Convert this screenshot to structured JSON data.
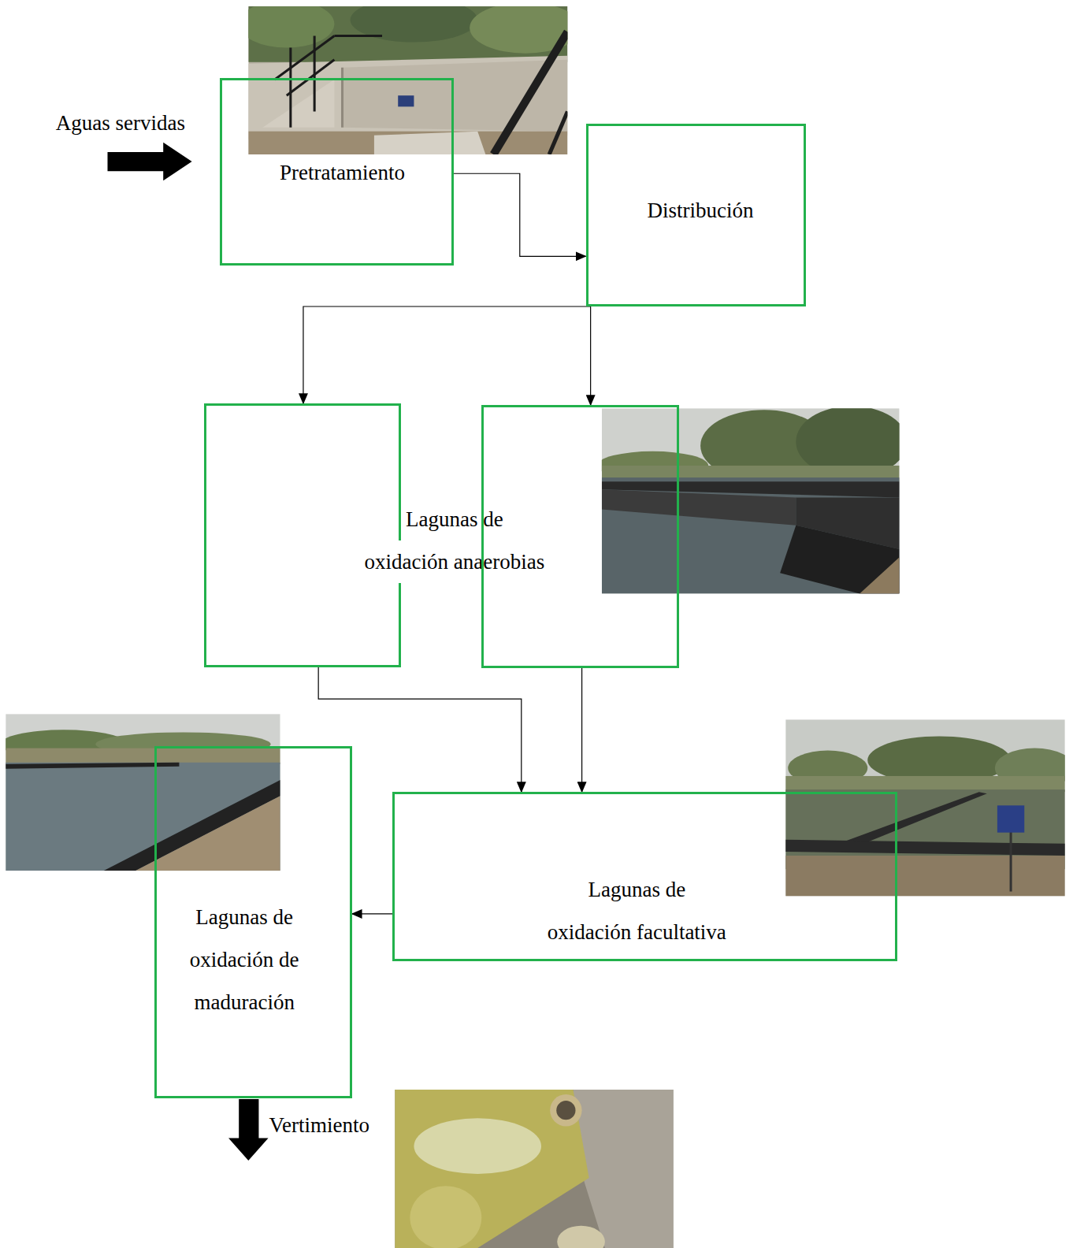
{
  "diagram": {
    "nodes": [
      {
        "text": [
          "Pretratamiento"
        ]
      },
      {
        "text": [
          "Distribución"
        ]
      },
      {
        "text": [
          "Lagunas de oxidación anaerobias"
        ]
      },
      {
        "text": []
      },
      {
        "text": [
          "Lagunas de oxidación facultativa"
        ]
      },
      {
        "text": [
          "Lagunas de oxidación de maduración"
        ]
      }
    ],
    "edges": [
      {
        "from": 0,
        "to": 1,
        "arrow": "to"
      },
      {
        "from": 1,
        "to": 2,
        "arrow": "to"
      },
      {
        "from": 1,
        "to": 3,
        "arrow": "to"
      },
      {
        "from": 2,
        "to": 4,
        "arrow": "to"
      },
      {
        "from": 3,
        "to": 4,
        "arrow": "to"
      },
      {
        "from": 4,
        "to": 5,
        "arrow": "to"
      }
    ],
    "labels": [
      "Aguas servidas",
      "Vertimiento"
    ]
  }
}
